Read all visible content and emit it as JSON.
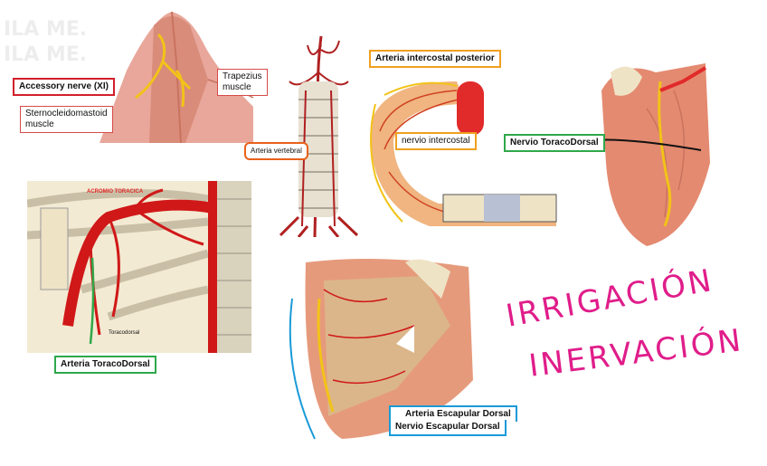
{
  "labels": {
    "accessory_nerve": "Accessory nerve (XI)",
    "trapezius_muscle": "Trapezius\nmuscle",
    "sternocleidomastoid_muscle": "Sternocleidomastoid\nmuscle",
    "arteria_vertebral": "Arteria vertebral",
    "arteria_intercostal_posterior": "Arteria intercostal posterior",
    "nervio_intercostal": "nervio intercostal",
    "nervio_toracodorsal": "Nervio ToracoDorsal",
    "acromio_toracica": "ACROMIO TORACICA",
    "toracodorsal_small": "Toracodorsal",
    "arteria_toracodorsal": "Arteria ToracoDorsal",
    "arteria_escapular_dorsal": "Arteria Escapular Dorsal",
    "nervio_escapular_dorsal": "Nervio Escapular Dorsal"
  },
  "handwriting": {
    "line1": "IRRIGACIÓN",
    "line2": "INERVACIÓN"
  },
  "colors": {
    "muscle": "#d9826a",
    "artery": "#d01818",
    "nerve": "#f2c318",
    "bone": "#efe3c6",
    "handwriting": "#e01d8a"
  }
}
